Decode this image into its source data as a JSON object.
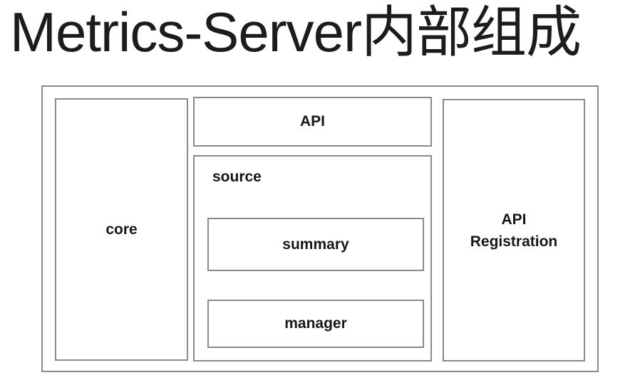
{
  "title": "Metrics-Server内部组成",
  "diagram": {
    "colors": {
      "border": "#8a8a8a",
      "text": "#171717",
      "title_text": "#1c1c1c",
      "background": "#ffffff"
    },
    "core": {
      "label": "core"
    },
    "api": {
      "label": "API"
    },
    "source": {
      "label": "source"
    },
    "summary": {
      "label": "summary"
    },
    "manager": {
      "label": "manager"
    },
    "api_registration": {
      "label": "API Registration",
      "lines": [
        "API",
        "Registration"
      ]
    }
  }
}
